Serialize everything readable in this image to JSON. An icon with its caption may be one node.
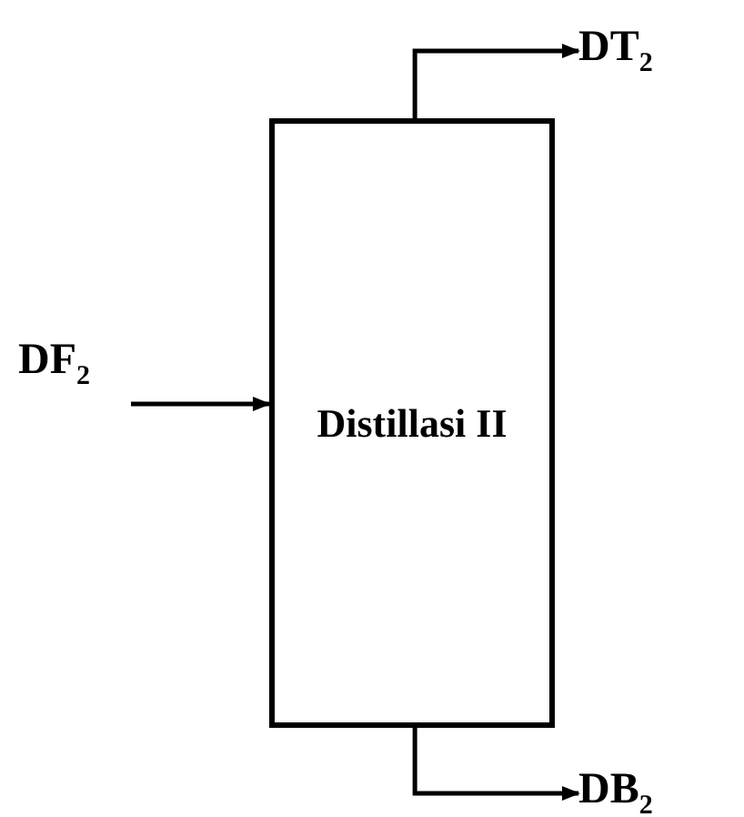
{
  "diagram": {
    "nodes": [
      {
        "text": [
          "Distillasi II"
        ]
      },
      {
        "text": [
          "DF$_{2}$"
        ]
      },
      {
        "text": [
          "DT$_{2}$"
        ]
      },
      {
        "text": [
          "DB$_{2}$"
        ]
      }
    ],
    "edges": [
      {
        "from": 1,
        "to": 0,
        "arrow": "to"
      },
      {
        "from": 0,
        "to": 2,
        "arrow": "to"
      },
      {
        "from": 0,
        "to": 3,
        "arrow": "to"
      }
    ]
  }
}
